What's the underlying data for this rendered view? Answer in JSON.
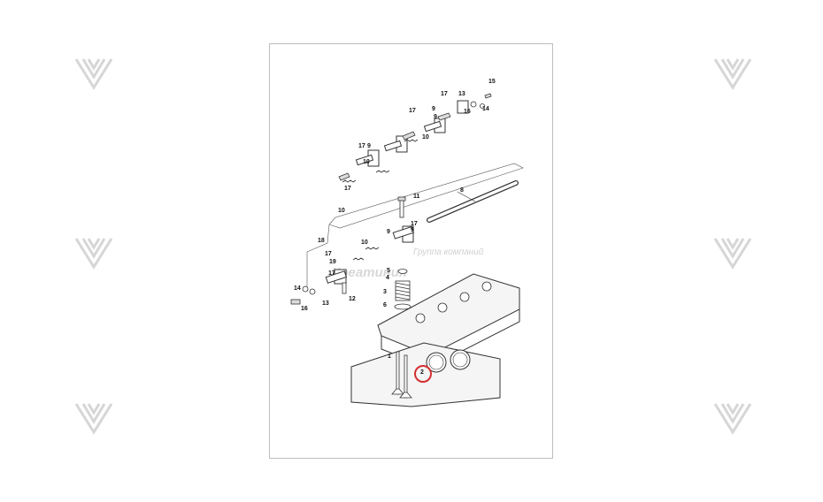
{
  "watermark": {
    "company_line": "Группа компаний",
    "brand_line": "Креатиния",
    "icon": "chevron-stripes-logo",
    "color": "#d6d6d6"
  },
  "diagram": {
    "callouts": [
      "17",
      "13",
      "15",
      "9",
      "16",
      "14",
      "17",
      "9",
      "10",
      "17",
      "9",
      "10",
      "17",
      "10",
      "8",
      "11",
      "17",
      "9",
      "18",
      "17",
      "19",
      "10",
      "17",
      "9",
      "5",
      "4",
      "3",
      "6",
      "12",
      "13",
      "14",
      "16",
      "1",
      "2"
    ],
    "highlighted_callout": "2",
    "highlight_color": "#d32f2f"
  }
}
